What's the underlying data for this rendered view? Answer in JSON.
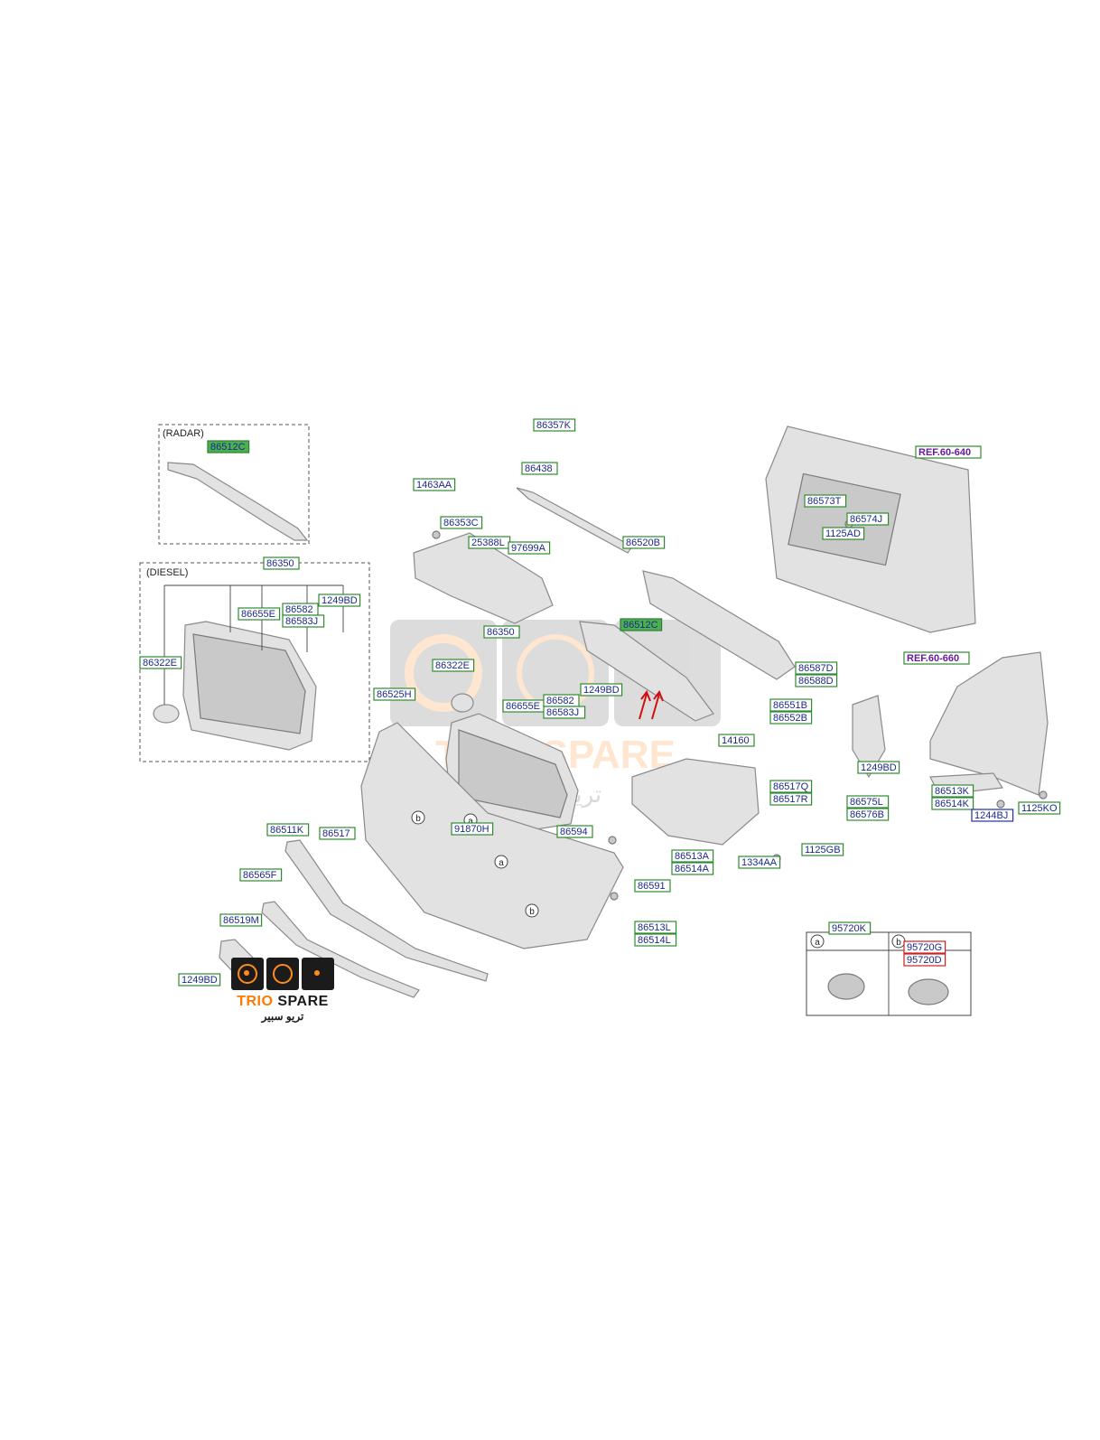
{
  "sections": {
    "radar": "(RADAR)",
    "diesel": "(DIESEL)"
  },
  "circle_tags": {
    "a": "a",
    "b": "b"
  },
  "labels": [
    {
      "id": "86512C_radar",
      "text": "86512C",
      "style": "hl"
    },
    {
      "id": "86357K",
      "text": "86357K",
      "style": "normal"
    },
    {
      "id": "86438",
      "text": "86438",
      "style": "normal"
    },
    {
      "id": "1463AA",
      "text": "1463AA",
      "style": "normal"
    },
    {
      "id": "86353C",
      "text": "86353C",
      "style": "normal"
    },
    {
      "id": "25388L",
      "text": "25388L",
      "style": "normal"
    },
    {
      "id": "97699A",
      "text": "97699A",
      "style": "normal"
    },
    {
      "id": "86520B",
      "text": "86520B",
      "style": "normal"
    },
    {
      "id": "REF60640",
      "text": "REF.60-640",
      "style": "ref"
    },
    {
      "id": "86573T",
      "text": "86573T",
      "style": "normal"
    },
    {
      "id": "86574J",
      "text": "86574J",
      "style": "normal"
    },
    {
      "id": "1125AD",
      "text": "1125AD",
      "style": "normal"
    },
    {
      "id": "86350_diesel",
      "text": "86350",
      "style": "normal"
    },
    {
      "id": "86655E_diesel",
      "text": "86655E",
      "style": "normal"
    },
    {
      "id": "86582_diesel",
      "text": "86582",
      "style": "normal"
    },
    {
      "id": "86583J_diesel",
      "text": "86583J",
      "style": "normal"
    },
    {
      "id": "1249BD_diesel",
      "text": "1249BD",
      "style": "normal"
    },
    {
      "id": "86322E_diesel",
      "text": "86322E",
      "style": "normal"
    },
    {
      "id": "86350",
      "text": "86350",
      "style": "normal"
    },
    {
      "id": "86512C",
      "text": "86512C",
      "style": "hl"
    },
    {
      "id": "86322E",
      "text": "86322E",
      "style": "normal"
    },
    {
      "id": "86525H",
      "text": "86525H",
      "style": "normal"
    },
    {
      "id": "86655E",
      "text": "86655E",
      "style": "normal"
    },
    {
      "id": "86582",
      "text": "86582",
      "style": "normal"
    },
    {
      "id": "86583J",
      "text": "86583J",
      "style": "normal"
    },
    {
      "id": "1249BD",
      "text": "1249BD",
      "style": "normal"
    },
    {
      "id": "86587D",
      "text": "86587D",
      "style": "normal"
    },
    {
      "id": "86588D",
      "text": "86588D",
      "style": "normal"
    },
    {
      "id": "REF60660",
      "text": "REF.60-660",
      "style": "ref"
    },
    {
      "id": "86551B",
      "text": "86551B",
      "style": "normal"
    },
    {
      "id": "86552B",
      "text": "86552B",
      "style": "normal"
    },
    {
      "id": "14160",
      "text": "14160",
      "style": "normal"
    },
    {
      "id": "86517Q",
      "text": "86517Q",
      "style": "normal"
    },
    {
      "id": "86517R",
      "text": "86517R",
      "style": "normal"
    },
    {
      "id": "1249BD_r",
      "text": "1249BD",
      "style": "normal"
    },
    {
      "id": "86575L",
      "text": "86575L",
      "style": "normal"
    },
    {
      "id": "86576B",
      "text": "86576B",
      "style": "normal"
    },
    {
      "id": "86513K",
      "text": "86513K",
      "style": "normal"
    },
    {
      "id": "86514K",
      "text": "86514K",
      "style": "normal"
    },
    {
      "id": "1244BJ",
      "text": "1244BJ",
      "style": "blue"
    },
    {
      "id": "1125KO",
      "text": "1125KO",
      "style": "normal"
    },
    {
      "id": "86511K",
      "text": "86511K",
      "style": "normal"
    },
    {
      "id": "86517",
      "text": "86517",
      "style": "normal"
    },
    {
      "id": "91870H",
      "text": "91870H",
      "style": "normal"
    },
    {
      "id": "86594",
      "text": "86594",
      "style": "normal"
    },
    {
      "id": "86513A",
      "text": "86513A",
      "style": "normal"
    },
    {
      "id": "86514A",
      "text": "86514A",
      "style": "normal"
    },
    {
      "id": "1334AA",
      "text": "1334AA",
      "style": "normal"
    },
    {
      "id": "1125GB",
      "text": "1125GB",
      "style": "normal"
    },
    {
      "id": "86565F",
      "text": "86565F",
      "style": "normal"
    },
    {
      "id": "86591",
      "text": "86591",
      "style": "normal"
    },
    {
      "id": "86519M",
      "text": "86519M",
      "style": "normal"
    },
    {
      "id": "86513L",
      "text": "86513L",
      "style": "normal"
    },
    {
      "id": "86514L",
      "text": "86514L",
      "style": "normal"
    },
    {
      "id": "1249BD_bl",
      "text": "1249BD",
      "style": "normal"
    },
    {
      "id": "95720K",
      "text": "95720K",
      "style": "normal"
    },
    {
      "id": "95720G",
      "text": "95720G",
      "style": "red"
    },
    {
      "id": "95720D",
      "text": "95720D",
      "style": "red"
    }
  ],
  "watermark": {
    "brand": "TRIO SPARE",
    "arabic": "تريو سبير"
  },
  "logo": {
    "brand_a": "TRIO",
    "brand_b": "SPARE",
    "arabic": "تريو سبير",
    "accent": "#ff7a00"
  }
}
